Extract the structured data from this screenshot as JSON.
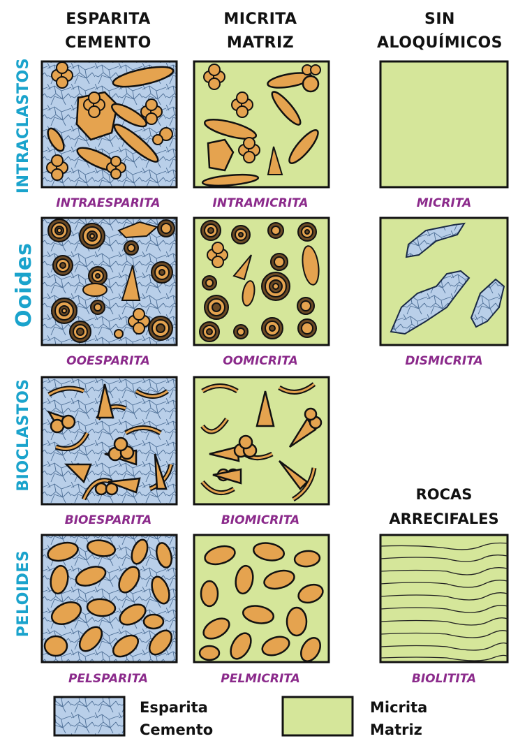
{
  "columns": [
    {
      "line1": "ESPARITA",
      "line2": "CEMENTO"
    },
    {
      "line1": "MICRITA",
      "line2": "MATRIZ"
    },
    {
      "line1": "SIN",
      "line2": "ALOQUÍMICOS"
    }
  ],
  "rows": [
    {
      "label": "INTRACLASTOS"
    },
    {
      "label": "Ooides"
    },
    {
      "label": "BIOCLASTOS"
    },
    {
      "label": "PELOIDES"
    }
  ],
  "captions": {
    "intraesparita": "INTRAESPARITA",
    "intramicrita": "INTRAMICRITA",
    "micrita": "MICRITA",
    "ooesparita": "OOESPARITA",
    "oomicrita": "OOMICRITA",
    "dismicrita": "DISMICRITA",
    "bioesparita": "BIOESPARITA",
    "biomicrita": "BIOMICRITA",
    "pelsparita": "PELSPARITA",
    "pelmicrita": "PELMICRITA",
    "biolitita": "BIOLITITA"
  },
  "reef": {
    "line1": "ROCAS",
    "line2": "ARRECIFALES"
  },
  "legend": {
    "sparite_line1": "Esparita",
    "sparite_line2": "Cemento",
    "micrite_line1": "Micrita",
    "micrite_line2": "Matriz"
  },
  "colors": {
    "sparite": "#b9cfe9",
    "micrite": "#d5e69a",
    "grain": "#e5a34f",
    "outline": "#111111",
    "label_blue": "#1aa3cc",
    "caption_purple": "#8b2a8b"
  }
}
